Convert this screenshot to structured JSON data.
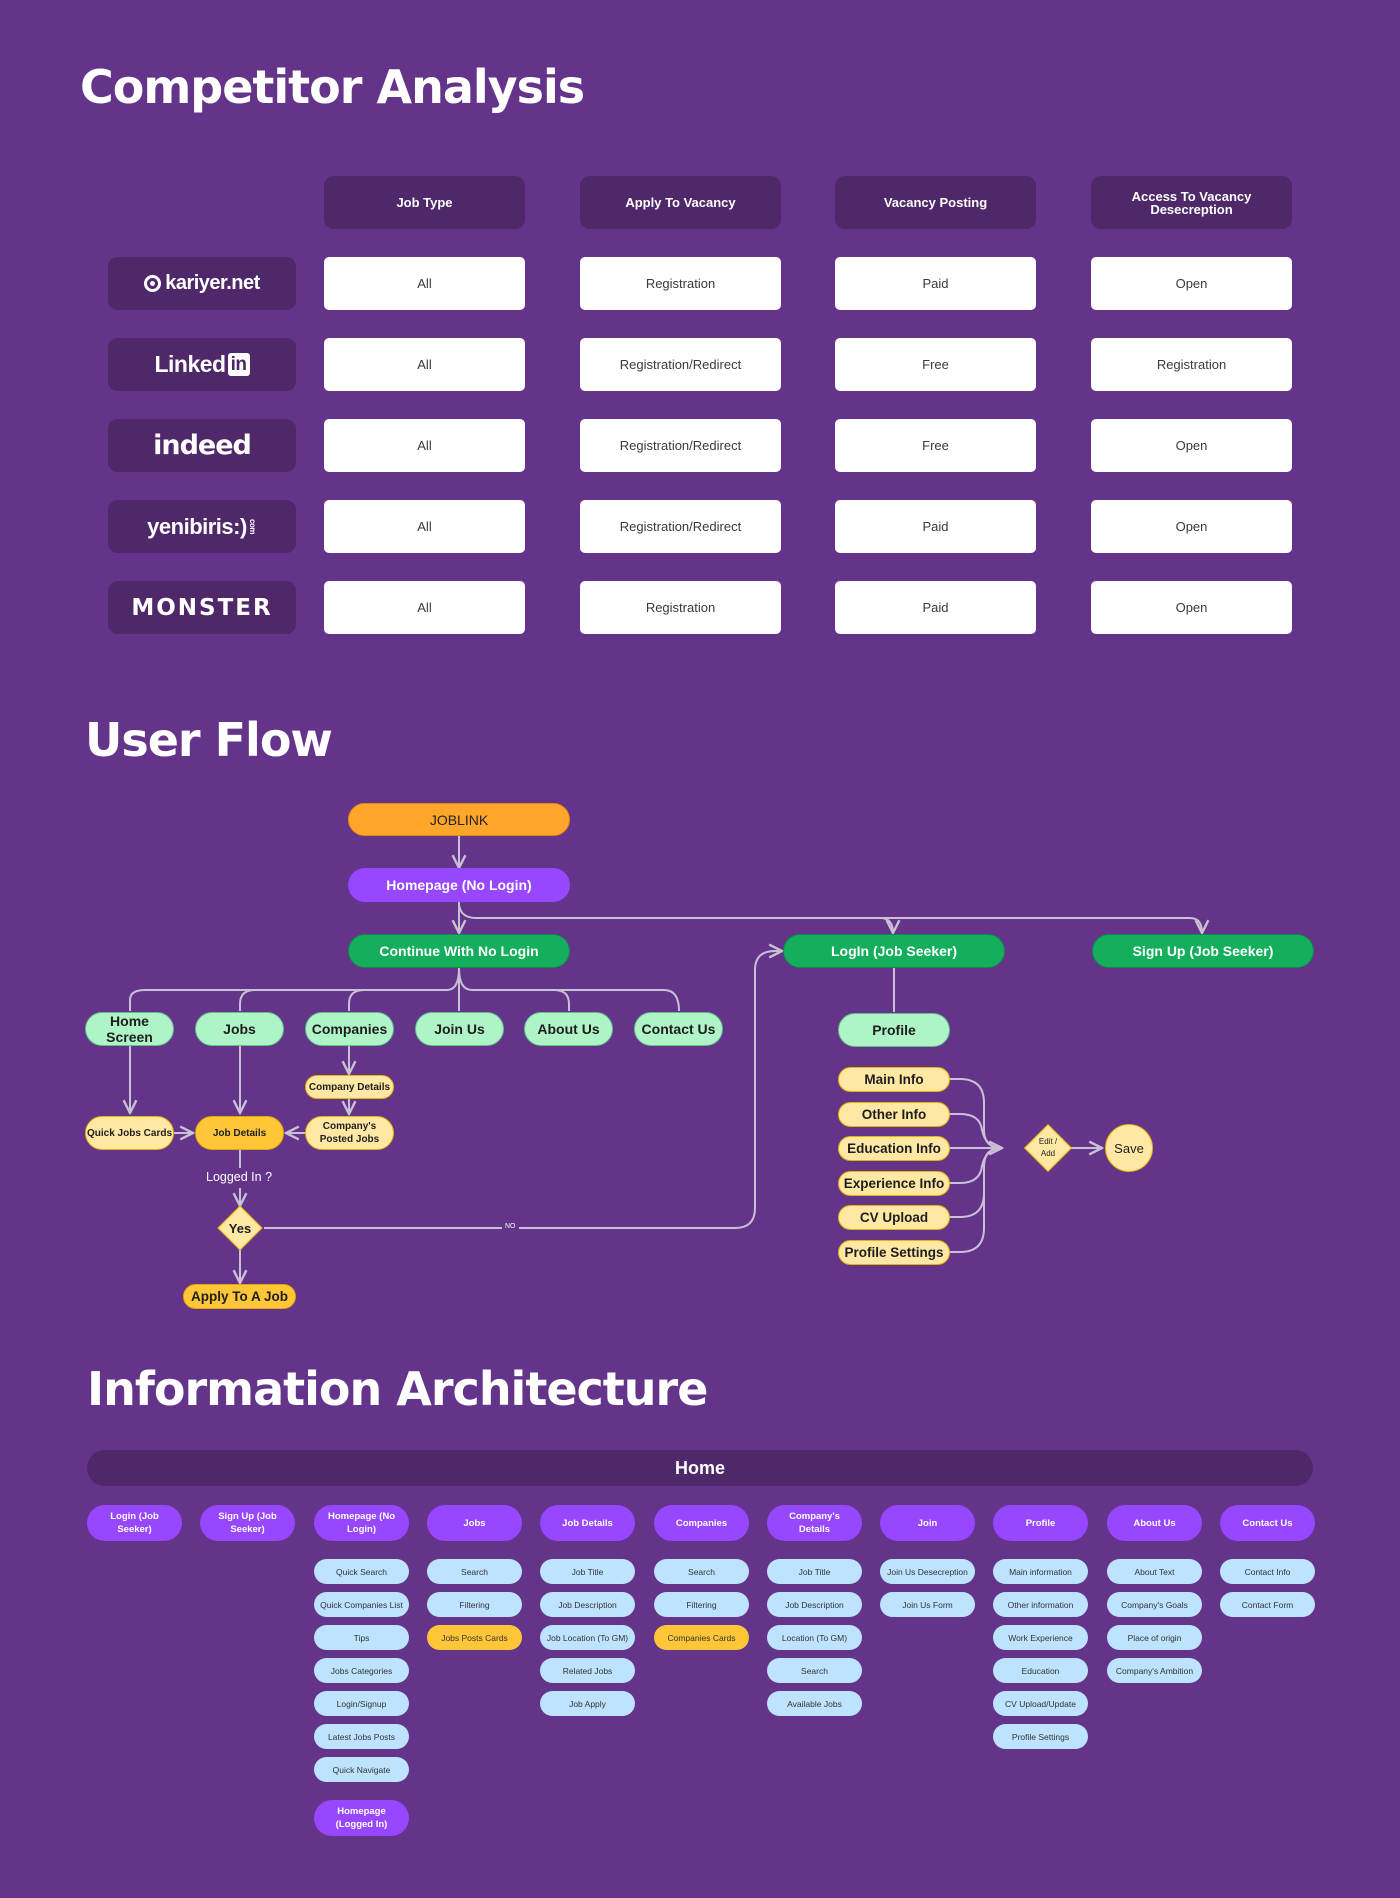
{
  "competitor": {
    "title": "Competitor Analysis",
    "columns": [
      "Job Type",
      "Apply To Vacancy",
      "Vacancy Posting",
      "Access To Vacancy Desecreption"
    ],
    "rows": [
      {
        "brand": "kariyer.net",
        "logo_icon": "kariyer-logo",
        "values": [
          "All",
          "Registration",
          "Paid",
          "Open"
        ]
      },
      {
        "brand": "Linked",
        "brand_badge": "in",
        "logo_icon": "linkedin-logo",
        "values": [
          "All",
          "Registration/Redirect",
          "Free",
          "Registration"
        ]
      },
      {
        "brand": "indeed",
        "logo_icon": "indeed-logo",
        "values": [
          "All",
          "Registration/Redirect",
          "Free",
          "Open"
        ]
      },
      {
        "brand": "yenibiris:)",
        "brand_suffix": "com",
        "logo_icon": "yenibiris-logo",
        "values": [
          "All",
          "Registration/Redirect",
          "Paid",
          "Open"
        ]
      },
      {
        "brand": "MONSTER",
        "logo_icon": "monster-logo",
        "values": [
          "All",
          "Registration",
          "Paid",
          "Open"
        ]
      }
    ]
  },
  "user_flow": {
    "title": "User Flow",
    "nodes": {
      "joblink": "JOBLINK",
      "homepage": "Homepage (No Login)",
      "continue": "Continue With No Login",
      "login": "LogIn (Job Seeker)",
      "signup": "Sign Up (Job Seeker)",
      "home_screen": "Home Screen",
      "jobs": "Jobs",
      "companies": "Companies",
      "join_us": "Join Us",
      "about_us": "About Us",
      "contact_us": "Contact Us",
      "company_details": "Company Details",
      "quick_jobs_cards": "Quick Jobs Cards",
      "job_details": "Job Details",
      "companys_posted_jobs": "Company's Posted Jobs",
      "logged_in_question": "Logged In  ?",
      "yes": "Yes",
      "no": "NO",
      "apply": "Apply To A Job",
      "profile": "Profile",
      "main_info": "Main Info",
      "other_info": "Other Info",
      "education_info": "Education Info",
      "experience_info": "Experience Info",
      "cv_upload": "CV Upload",
      "profile_settings": "Profile Settings",
      "edit_add": "Edit / Add",
      "save": "Save"
    },
    "colors": {
      "start": "#ffa62b",
      "page": "#9747ff",
      "auth": "#14ae5c",
      "section": "#aff4c6",
      "detail": "#ffe8a3",
      "highlight": "#ffc737",
      "connector": "#c8c0d4"
    }
  },
  "ia": {
    "title": "Information Architecture",
    "root": "Home",
    "columns": [
      {
        "label": "Login (Job Seeker)",
        "items": []
      },
      {
        "label": "Sign Up (Job Seeker)",
        "items": []
      },
      {
        "label": "Homepage (No Login)",
        "items": [
          {
            "label": "Quick Search"
          },
          {
            "label": "Quick Companies List"
          },
          {
            "label": "Tips"
          },
          {
            "label": "Jobs Categories"
          },
          {
            "label": "Login/Signup"
          },
          {
            "label": "Latest Jobs Posts"
          },
          {
            "label": "Quick Navigate"
          }
        ],
        "sub_page": "Homepage (Logged In)"
      },
      {
        "label": "Jobs",
        "items": [
          {
            "label": "Search"
          },
          {
            "label": "Filtering"
          },
          {
            "label": "Jobs Posts Cards",
            "highlight": true
          }
        ]
      },
      {
        "label": "Job Details",
        "items": [
          {
            "label": "Job Title"
          },
          {
            "label": "Job Description"
          },
          {
            "label": "Job Location (To GM)"
          },
          {
            "label": "Related Jobs"
          },
          {
            "label": "Job Apply"
          }
        ]
      },
      {
        "label": "Companies",
        "items": [
          {
            "label": "Search"
          },
          {
            "label": "Filtering"
          },
          {
            "label": "Companies Cards",
            "highlight": true
          }
        ]
      },
      {
        "label": "Company's Details",
        "items": [
          {
            "label": "Job Title"
          },
          {
            "label": "Job Description"
          },
          {
            "label": "Location (To GM)"
          },
          {
            "label": "Search"
          },
          {
            "label": "Available Jobs"
          }
        ]
      },
      {
        "label": "Join",
        "items": [
          {
            "label": "Join Us Desecreption"
          },
          {
            "label": "Join Us Form"
          }
        ]
      },
      {
        "label": "Profile",
        "items": [
          {
            "label": "Main information"
          },
          {
            "label": "Other information"
          },
          {
            "label": "Work Experience"
          },
          {
            "label": "Education"
          },
          {
            "label": "CV Upload/Update"
          },
          {
            "label": "Profile Settings"
          }
        ]
      },
      {
        "label": "About Us",
        "items": [
          {
            "label": "About Text"
          },
          {
            "label": "Company's Goals"
          },
          {
            "label": "Place of origin"
          },
          {
            "label": "Company's Ambition"
          }
        ]
      },
      {
        "label": "Contact Us",
        "items": [
          {
            "label": "Contact Info"
          },
          {
            "label": "Contact Form"
          }
        ]
      }
    ]
  }
}
